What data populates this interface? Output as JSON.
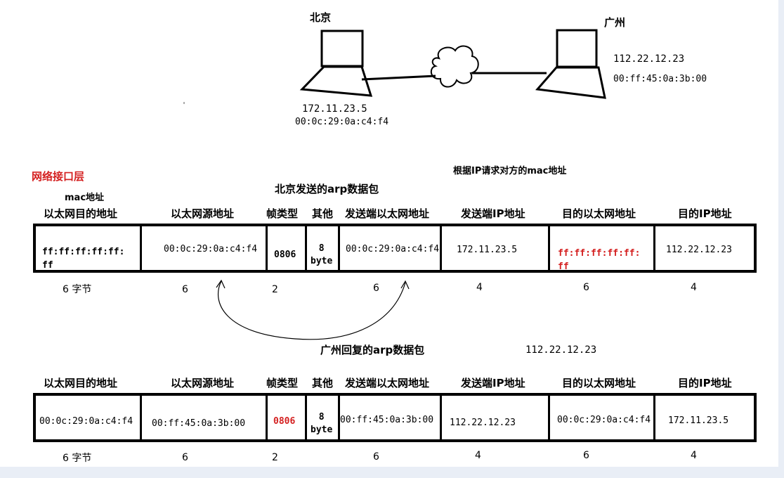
{
  "top": {
    "left_city": "北京",
    "right_city": "广州",
    "left_ip": "172.11.23.5",
    "left_mac": "00:0c:29:0a:c4:f4",
    "right_ip": "112.22.12.23",
    "right_mac": "00:ff:45:0a:3b:00",
    "layer_title": "网络接口层",
    "request_note": "根据IP请求对方的mac地址",
    "mac_label": "mac地址"
  },
  "frame1": {
    "title": "北京发送的arp数据包",
    "headers": [
      "以太网目的地址",
      "以太网源地址",
      "帧类型",
      "其他",
      "发送端以太网地址",
      "发送端IP地址",
      "目的以太网地址",
      "目的IP地址"
    ],
    "cells": [
      "ff:ff:ff:ff:ff:\nff",
      "00:0c:29:0a:c4:f4",
      "0806",
      "8\nbyte",
      "00:0c:29:0a:c4:f4",
      "172.11.23.5",
      "ff:ff:ff:ff:ff:\nff",
      "112.22.12.23"
    ],
    "sizes": [
      "6 字节",
      "6",
      "2",
      "",
      "6",
      "4",
      "6",
      "4"
    ]
  },
  "frame2": {
    "title": "广州回复的arp数据包",
    "aside_ip": "112.22.12.23",
    "headers": [
      "以太网目的地址",
      "以太网源地址",
      "帧类型",
      "其他",
      "发送端以太网地址",
      "发送端IP地址",
      "目的以太网地址",
      "目的IP地址"
    ],
    "cells": [
      "00:0c:29:0a:c4:f4",
      "00:ff:45:0a:3b:00",
      "0806",
      "8\nbyte",
      "00:ff:45:0a:3b:00",
      "112.22.12.23",
      "00:0c:29:0a:c4:f4",
      "172.11.23.5"
    ],
    "sizes": [
      "6 字节",
      "6",
      "2",
      "",
      "6",
      "4",
      "6",
      "4"
    ]
  },
  "colors": {
    "accent_red": "#d42020",
    "line": "#000000",
    "page_edge": "#e9eef6"
  }
}
